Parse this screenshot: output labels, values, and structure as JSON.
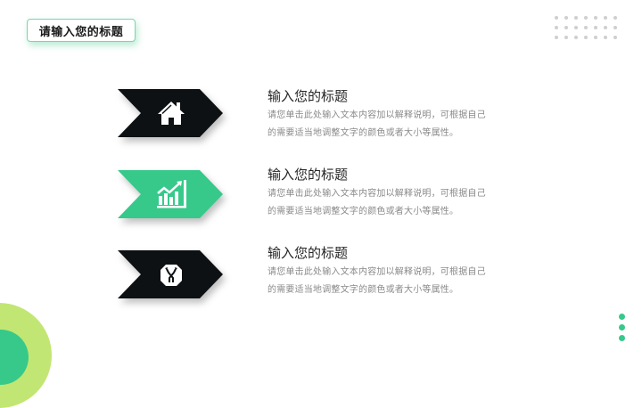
{
  "header": {
    "title": "请输入您的标题"
  },
  "colors": {
    "accent": "#36c98a",
    "dark": "#0d1113",
    "lime": "#c2e673",
    "title_border": "#7ed4ad"
  },
  "items": [
    {
      "icon": "house-icon",
      "color": "#0d1113",
      "title": "输入您的标题",
      "desc_line1": "请您单击此处输入文本内容加以解释说明，可根据自己",
      "desc_line2": "的需要适当地调整文字的颜色或者大小等属性。"
    },
    {
      "icon": "growth-chart-icon",
      "color": "#36c98a",
      "title": "输入您的标题",
      "desc_line1": "请您单击此处输入文本内容加以解释说明，可根据自己",
      "desc_line2": "的需要适当地调整文字的颜色或者大小等属性。"
    },
    {
      "icon": "road-sign-icon",
      "color": "#0d1113",
      "title": "输入您的标题",
      "desc_line1": "请您单击此处输入文本内容加以解释说明，可根据自己",
      "desc_line2": "的需要适当地调整文字的颜色或者大小等属性。"
    }
  ]
}
